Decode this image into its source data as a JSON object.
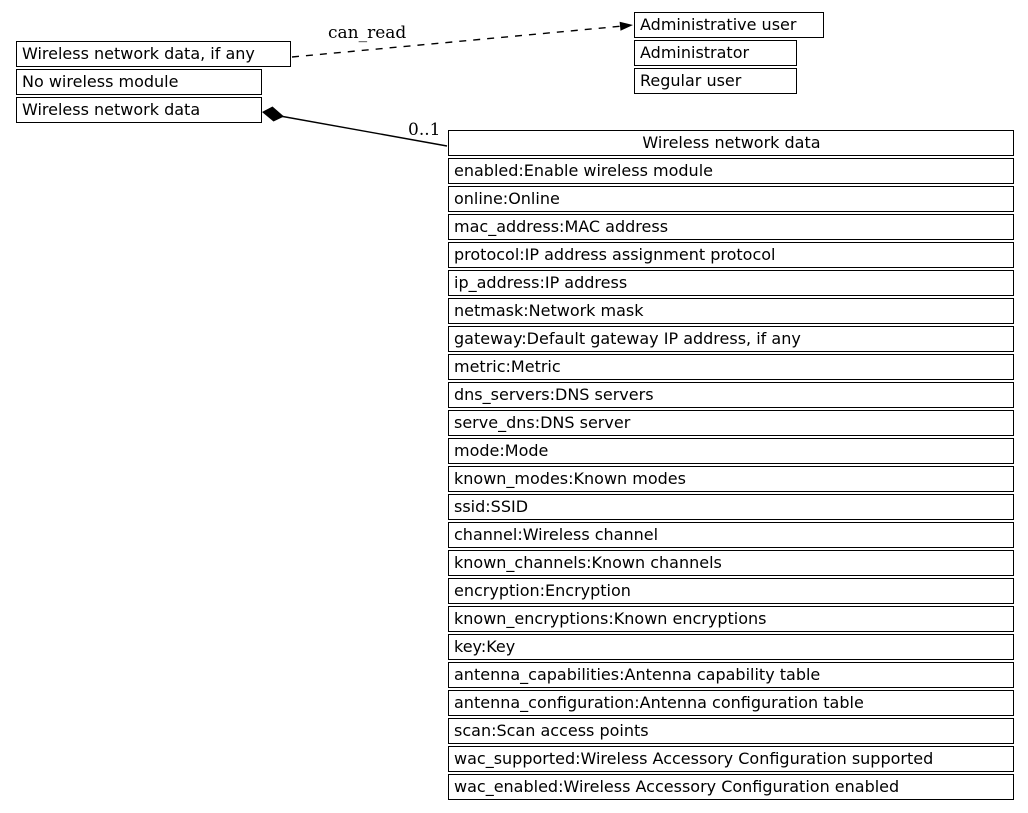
{
  "diagram": {
    "ui_group_node": {
      "rows": [
        "Wireless network data, if any",
        "No wireless module",
        "Wireless network data"
      ]
    },
    "user_node": {
      "rows": [
        "Administrative user",
        "Administrator",
        "Regular user"
      ]
    },
    "class_node": {
      "title": "Wireless network data",
      "attributes": [
        "enabled:Enable wireless module",
        "online:Online",
        "mac_address:MAC address",
        "protocol:IP address assignment protocol",
        "ip_address:IP address",
        "netmask:Network mask",
        "gateway:Default gateway IP address, if any",
        "metric:Metric",
        "dns_servers:DNS servers",
        "serve_dns:DNS server",
        "mode:Mode",
        "known_modes:Known modes",
        "ssid:SSID",
        "channel:Wireless channel",
        "known_channels:Known channels",
        "encryption:Encryption",
        "known_encryptions:Known encryptions",
        "key:Key",
        "antenna_capabilities:Antenna capability table",
        "antenna_configuration:Antenna configuration table",
        "scan:Scan access points",
        "wac_supported:Wireless Accessory Configuration supported",
        "wac_enabled:Wireless Accessory Configuration enabled"
      ]
    },
    "edges": {
      "can_read_label": "can_read",
      "multiplicity_label": "0..1"
    },
    "colors": {
      "line": "#000000",
      "background": "#ffffff",
      "text": "#000000"
    }
  }
}
